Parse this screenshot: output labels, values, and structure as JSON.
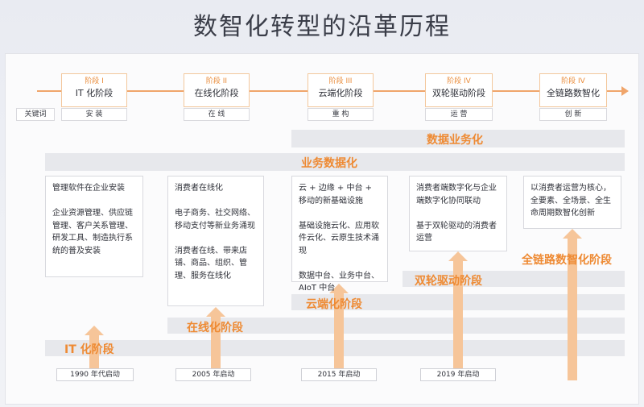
{
  "title": "数智化转型的沿革历程",
  "keyword_label": "关键词",
  "stages": [
    {
      "num": "阶段 I",
      "name": "IT 化阶段",
      "keyword": "安 装"
    },
    {
      "num": "阶段 II",
      "name": "在线化阶段",
      "keyword": "在 线"
    },
    {
      "num": "阶段 III",
      "name": "云端化阶段",
      "keyword": "重 构"
    },
    {
      "num": "阶段 IV",
      "name": "双轮驱动阶段",
      "keyword": "运 营"
    },
    {
      "num": "阶段 IV",
      "name": "全链路数智化",
      "keyword": "创 新"
    }
  ],
  "bands": {
    "data_business": "数据业务化",
    "business_data": "业务数据化"
  },
  "descriptions": [
    "管理软件在企业安装\n\n企业资源管理、供应链管理、客户关系管理、研发工具、制造执行系统的普及安装",
    "消费者在线化\n\n电子商务、社交网络、移动支付等新业务涌现\n\n消费者在线、带来店铺、商品、组织、管理、服务在线化",
    "云 + 边缘 + 中台 + 移动的新基础设施\n\n基础设施云化、应用软件云化、云原生技术涌现\n\n数据中台、业务中台、AIoT 中台",
    "消费者端数字化与企业端数字化协同联动\n\n基于双轮驱动的消费者运营",
    "以消费者运营为核心，全要素、全场景、全生命周期数智化创新"
  ],
  "phases": [
    "IT 化阶段",
    "在线化阶段",
    "云端化阶段",
    "双轮驱动阶段",
    "全链路数智化阶段"
  ],
  "years": [
    "1990 年代启动",
    "2005 年启动",
    "2015 年启动",
    "2019 年启动"
  ]
}
